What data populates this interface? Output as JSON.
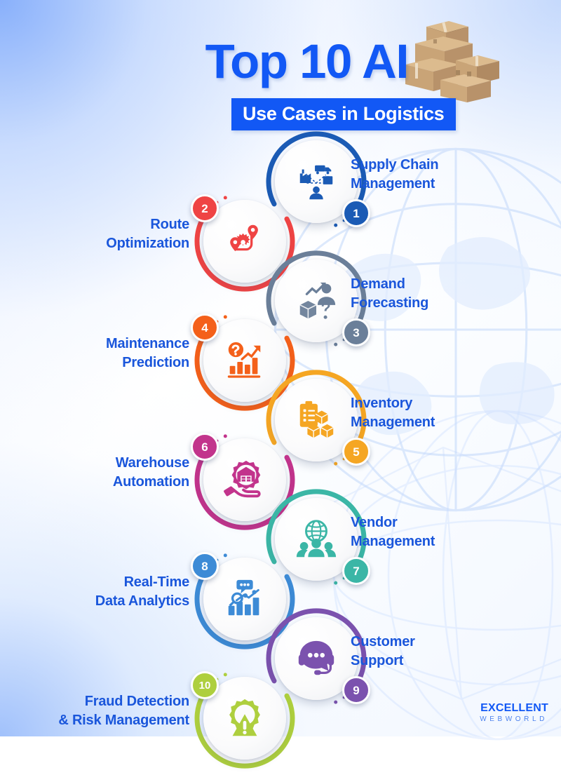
{
  "header": {
    "title_main": "Top 10 AI",
    "title_sub": "Use Cases in Logistics",
    "boxes_icon": "cardboard-boxes-stack"
  },
  "colors": {
    "title": "#1258f5",
    "title_band": "#1258f5",
    "label_text": "#1a56db",
    "background_tint": "#8ab2fa"
  },
  "items": [
    {
      "number": "1",
      "label": "Supply Chain\nManagement",
      "color": "#1b5bb5",
      "side": "right",
      "icon": "supply-chain-network-icon"
    },
    {
      "number": "2",
      "label": "Route\nOptimization",
      "color": "#ef4444",
      "side": "left",
      "icon": "route-pin-gear-icon"
    },
    {
      "number": "3",
      "label": "Demand\nForecasting",
      "color": "#6b7f99",
      "side": "right",
      "icon": "demand-forecast-box-person-icon"
    },
    {
      "number": "4",
      "label": "Maintenance\nPrediction",
      "color": "#f4601a",
      "side": "left",
      "icon": "maintenance-bar-chart-question-icon"
    },
    {
      "number": "5",
      "label": "Inventory\nManagement",
      "color": "#f5a623",
      "side": "right",
      "icon": "inventory-clipboard-boxes-icon"
    },
    {
      "number": "6",
      "label": "Warehouse\nAutomation",
      "color": "#c2348c",
      "side": "left",
      "icon": "warehouse-gear-hand-icon"
    },
    {
      "number": "7",
      "label": "Vendor\nManagement",
      "color": "#3bb6a6",
      "side": "right",
      "icon": "vendor-globe-people-icon"
    },
    {
      "number": "8",
      "label": "Real-Time\nData Analytics",
      "color": "#3d8bd6",
      "side": "left",
      "icon": "analytics-bar-magnifier-icon"
    },
    {
      "number": "9",
      "label": "Customer\nSupport",
      "color": "#7b52ae",
      "side": "right",
      "icon": "headset-chat-icon"
    },
    {
      "number": "10",
      "label": "Fraud Detection\n& Risk Management",
      "color": "#aecf3e",
      "side": "left",
      "icon": "gear-warning-icon"
    }
  ],
  "footer": {
    "logo_top": "EXCELLENT",
    "logo_bottom": "WEBWORLD"
  }
}
